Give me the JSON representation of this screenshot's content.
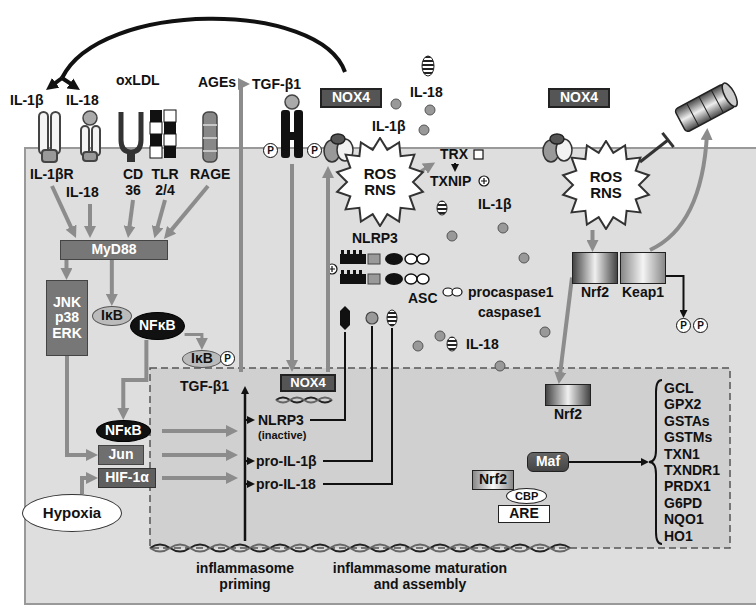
{
  "diagram": {
    "nodes": [
      {
        "text": [
          "NOX4"
        ]
      },
      {
        "text": [
          "NOX4"
        ]
      },
      {
        "text": [
          "P"
        ]
      },
      {
        "text": [
          "P"
        ]
      },
      {
        "text": [
          "ROS RNS"
        ]
      },
      {
        "text": [
          "ROS RNS"
        ]
      },
      {
        "text": [
          "MyD88"
        ]
      },
      {
        "text": [
          "Nrf2"
        ]
      },
      {
        "text": [
          "Keap1"
        ]
      },
      {
        "text": [
          "JNK p38 ERK"
        ]
      },
      {
        "text": [
          "IκB"
        ]
      },
      {
        "text": [
          "NFκB"
        ]
      },
      {
        "text": [
          "IκB"
        ]
      },
      {
        "text": [
          "P"
        ]
      },
      {
        "text": [
          "P"
        ]
      },
      {
        "text": [
          "P"
        ]
      },
      {
        "text": [
          "NOX4"
        ]
      },
      {
        "text": [
          "Nrf2"
        ]
      },
      {
        "text": [
          "NFκB"
        ]
      },
      {
        "text": [
          "Jun"
        ]
      },
      {
        "text": [
          "HIF-1α"
        ]
      },
      {
        "text": [
          "Maf"
        ]
      },
      {
        "text": [
          "Nrf2"
        ]
      },
      {
        "text": [
          "CBP"
        ]
      },
      {
        "text": [
          "ARE"
        ]
      },
      {
        "text": [
          "Hypoxia"
        ]
      }
    ],
    "edges": [
      {
        "from": 6,
        "to": 9,
        "arrow": "to"
      },
      {
        "from": 6,
        "to": 10,
        "arrow": "to"
      },
      {
        "from": 11,
        "to": 12,
        "arrow": "to"
      },
      {
        "from": 11,
        "to": 18,
        "arrow": "to"
      },
      {
        "from": 9,
        "to": 19,
        "arrow": "to"
      },
      {
        "from": 25,
        "to": 20,
        "arrow": "to"
      },
      {
        "from": 5,
        "to": 7,
        "arrow": "to"
      },
      {
        "from": 7,
        "to": 17,
        "arrow": "to"
      },
      {
        "from": 8,
        "to": 14,
        "arrow": "to"
      }
    ],
    "labels": [
      "IL-1β",
      "IL-18",
      "oxLDL",
      "AGEs",
      "TGF-β1",
      "IL-18",
      "IL-1β",
      "IL-1βR",
      "IL-18",
      "CD 36",
      "TLR 2/4",
      "RAGE",
      "TRX",
      "TXNIP",
      "IL-1β",
      "NLRP3",
      "procaspase1",
      "ASC",
      "caspase1",
      "IL-18",
      "TGF-β1",
      "NLRP3",
      "(inactive)",
      "pro-IL-1β",
      "pro-IL-18",
      "inflammasome priming",
      "inflammasome maturation and assembly",
      "GCL",
      "GPX2",
      "GSTAs",
      "GSTMs",
      "TXN1",
      "TXNDR1",
      "PRDX1",
      "G6PD",
      "NQO1",
      "HO1"
    ]
  }
}
